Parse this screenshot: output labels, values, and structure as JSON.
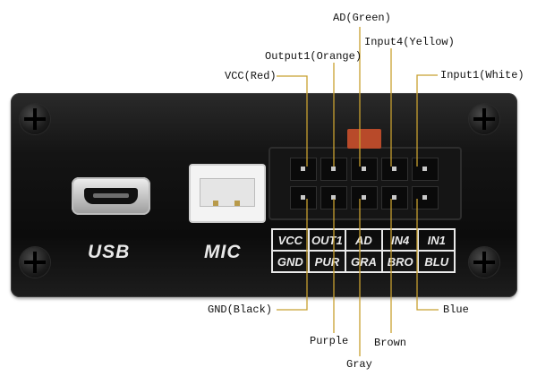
{
  "device": {
    "usb_label": "USB",
    "mic_label": "MIC",
    "pin_grid": {
      "top_row": [
        "VCC",
        "OUT1",
        "AD",
        "IN4",
        "IN1"
      ],
      "bottom_row": [
        "GND",
        "PUR",
        "GRA",
        "BRO",
        "BLU"
      ]
    }
  },
  "callouts": {
    "ad": "AD(Green)",
    "input4": "Input4(Yellow)",
    "output1": "Output1(Orange)",
    "input1": "Input1(White)",
    "vcc": "VCC(Red)",
    "gnd": "GND(Black)",
    "blue": "Blue",
    "purple": "Purple",
    "brown": "Brown",
    "gray": "Gray"
  },
  "colors": {
    "leader_line": "#c8a030"
  }
}
